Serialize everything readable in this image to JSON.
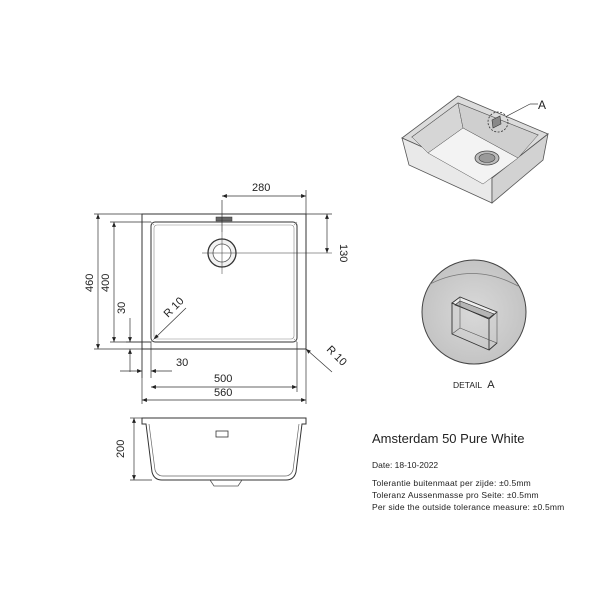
{
  "dimensions": {
    "top_offset": "280",
    "drain_offset": "130",
    "outer_height": "460",
    "inner_height": "400",
    "bottom_margin_v": "30",
    "inner_radius": "R 10",
    "outer_radius": "R 10",
    "bottom_margin_h": "30",
    "inner_width": "500",
    "outer_width": "560",
    "depth": "200"
  },
  "callout": {
    "label": "A"
  },
  "detail": {
    "label_prefix": "DETAIL",
    "label_letter": "A"
  },
  "info": {
    "title": "Amsterdam 50 Pure White",
    "date": "Date: 18-10-2022",
    "tolerance_nl": "Tolerantie buitenmaat per zijde: ±0.5mm",
    "tolerance_de": "Toleranz Aussenmasse pro Seite: ±0.5mm",
    "tolerance_en": "Per side the outside tolerance measure: ±0.5mm"
  }
}
